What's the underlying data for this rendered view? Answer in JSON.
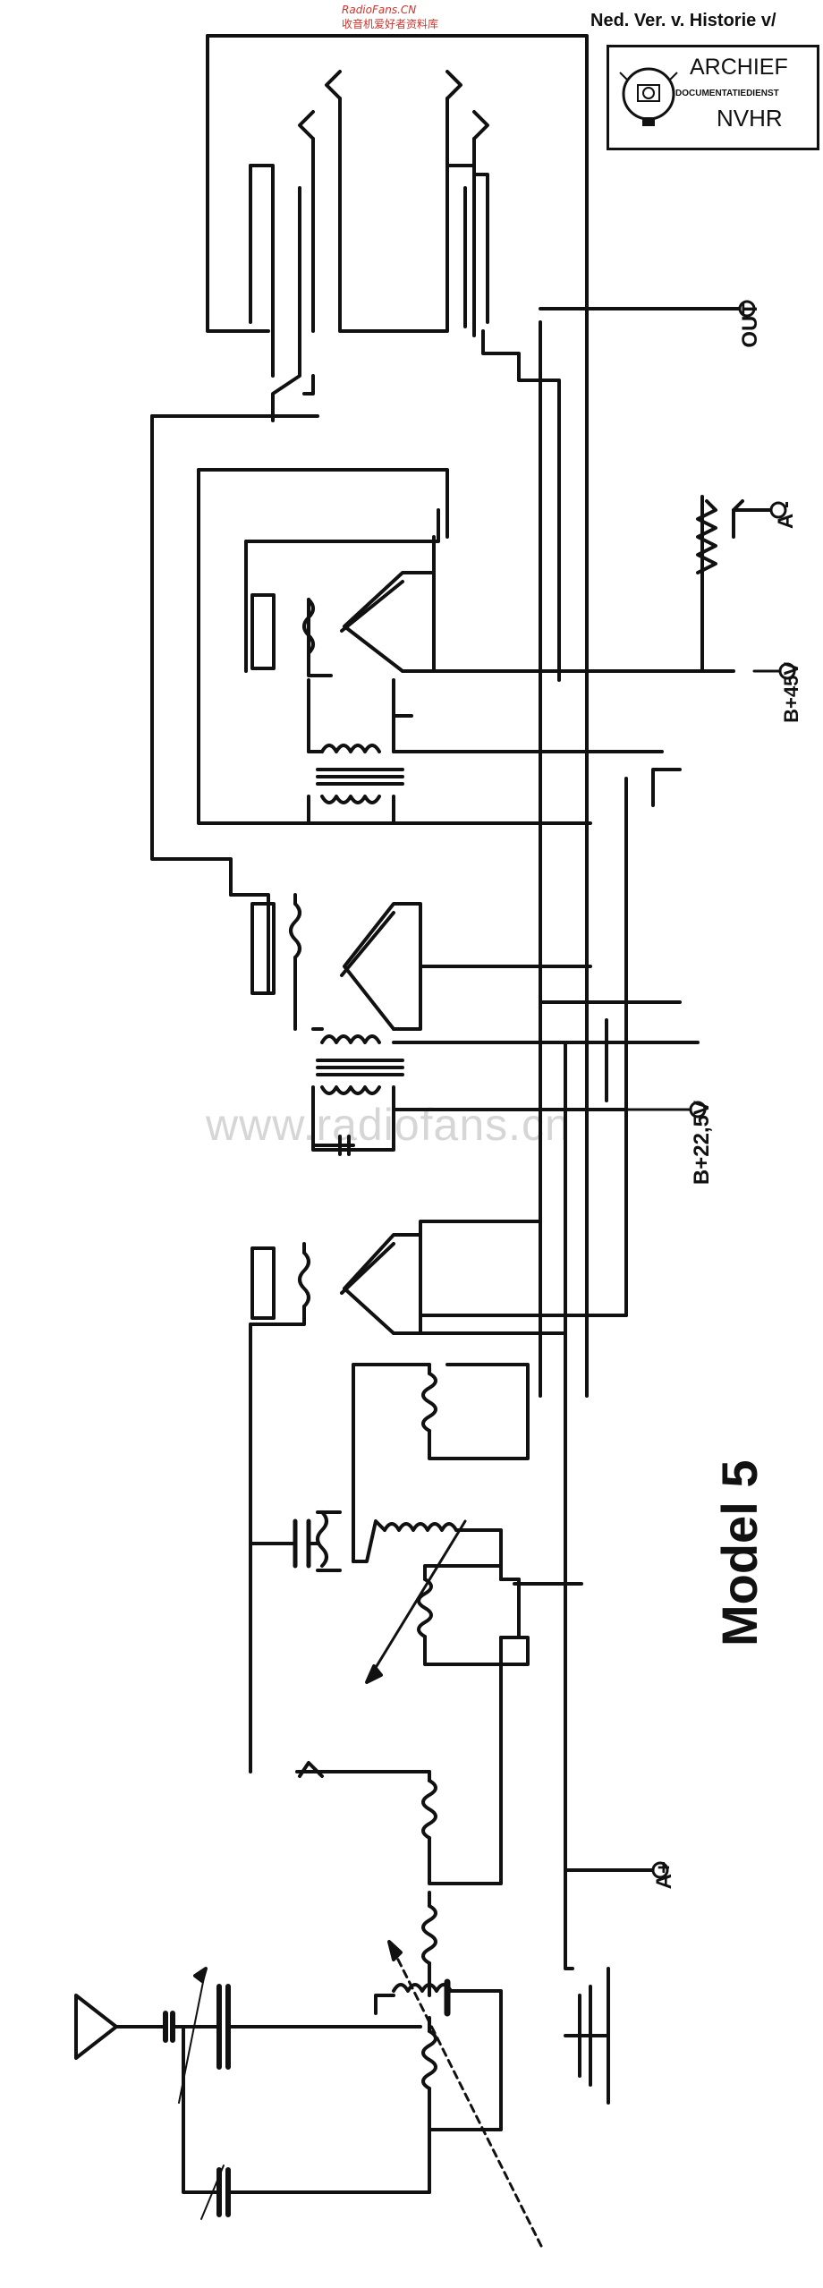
{
  "header": {
    "source_site": "RadioFans.CN",
    "source_site_subtitle": "收音机爱好者资料库",
    "archive_org": "Ned. Ver. v. Historie v/"
  },
  "stamp": {
    "title": "ARCHIEF",
    "subtitle": "DOCUMENTATIEDIENST",
    "code": "NVHR"
  },
  "watermark": "www.radiofans.cn",
  "schematic": {
    "title": "Model 5",
    "terminals": {
      "out": "OUT",
      "a_minus": "A -",
      "b_plus_45": "B+45V",
      "b_plus_22": "B+22,5V",
      "a_plus": "A+"
    }
  }
}
